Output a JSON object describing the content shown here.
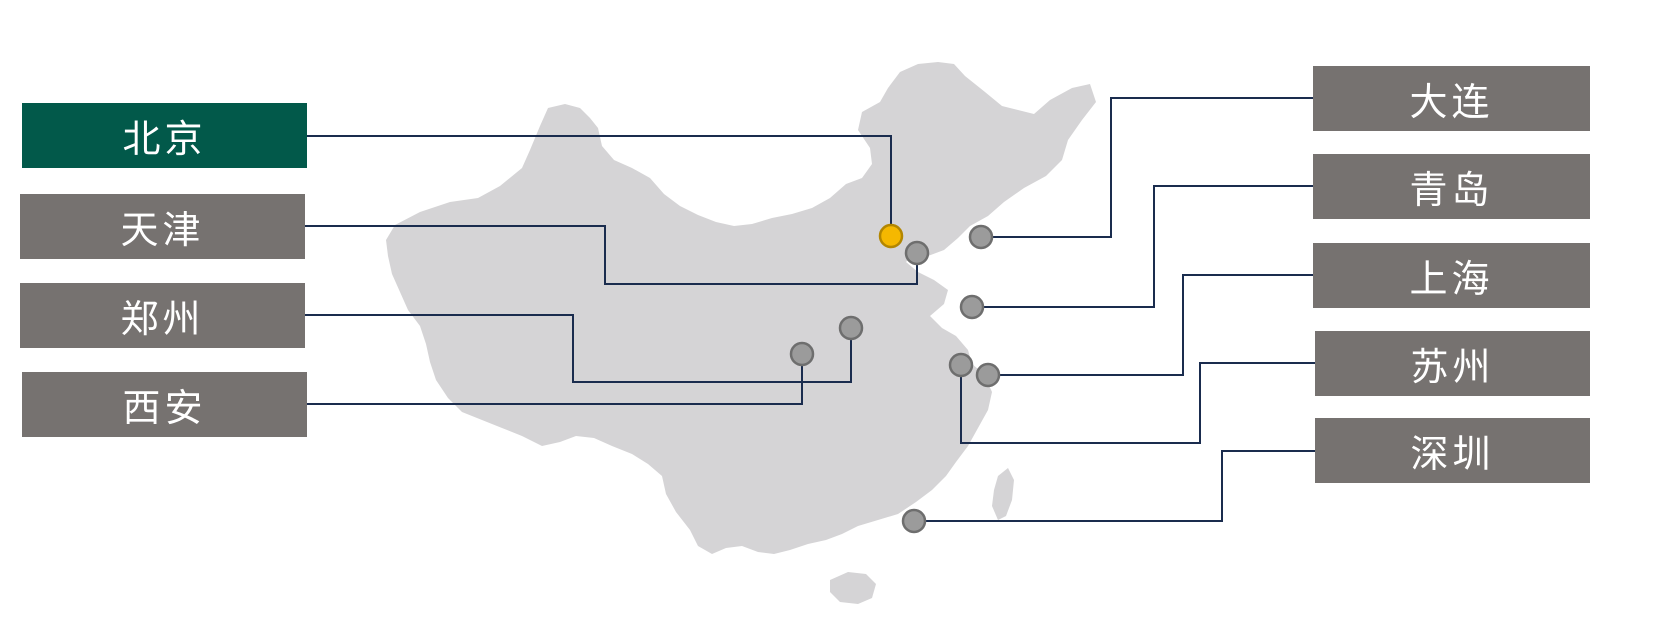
{
  "colors": {
    "highlight_box": "#02594a",
    "default_box": "#767270",
    "map_land": "#d5d4d6",
    "connector_line": "#1a2c4e",
    "highlight_marker": "#f5b800",
    "highlight_marker_stroke": "#b38600",
    "default_marker": "#9b9b9b",
    "default_marker_stroke": "#6e6e6e"
  },
  "cities": [
    {
      "id": "beijing",
      "name": "北京",
      "highlighted": true,
      "icon": "location-marker-icon"
    },
    {
      "id": "tianjin",
      "name": "天津",
      "highlighted": false,
      "icon": "location-marker-icon"
    },
    {
      "id": "zhengzhou",
      "name": "郑州",
      "highlighted": false,
      "icon": "location-marker-icon"
    },
    {
      "id": "xian",
      "name": "西安",
      "highlighted": false,
      "icon": "location-marker-icon"
    },
    {
      "id": "dalian",
      "name": "大连",
      "highlighted": false,
      "icon": "location-marker-icon"
    },
    {
      "id": "qingdao",
      "name": "青岛",
      "highlighted": false,
      "icon": "location-marker-icon"
    },
    {
      "id": "shanghai",
      "name": "上海",
      "highlighted": false,
      "icon": "location-marker-icon"
    },
    {
      "id": "suzhou",
      "name": "苏州",
      "highlighted": false,
      "icon": "location-marker-icon"
    },
    {
      "id": "shenzhen",
      "name": "深圳",
      "highlighted": false,
      "icon": "location-marker-icon"
    }
  ]
}
